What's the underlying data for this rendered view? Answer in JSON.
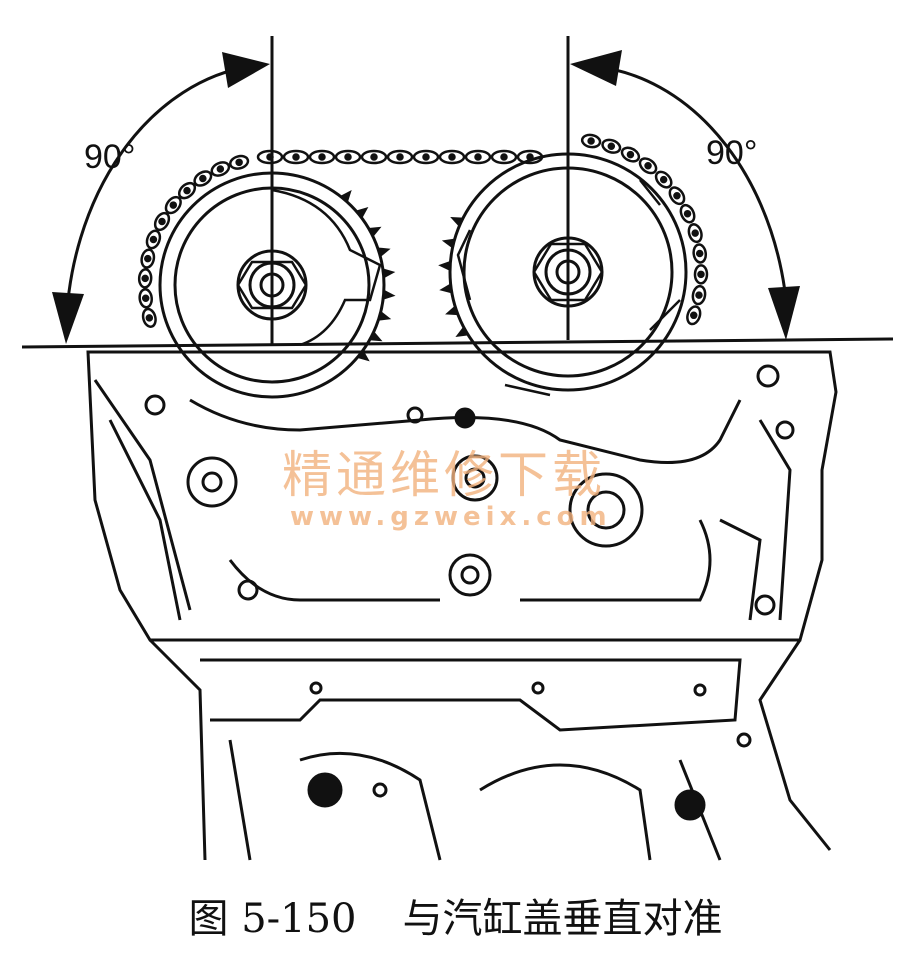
{
  "figure": {
    "left_angle": "90°",
    "right_angle": "90°",
    "watermark_cn": "精通维修下载",
    "watermark_url": "www.gzweix.com",
    "caption_number": "图 5-150",
    "caption_text": "与汽缸盖垂直对准"
  }
}
